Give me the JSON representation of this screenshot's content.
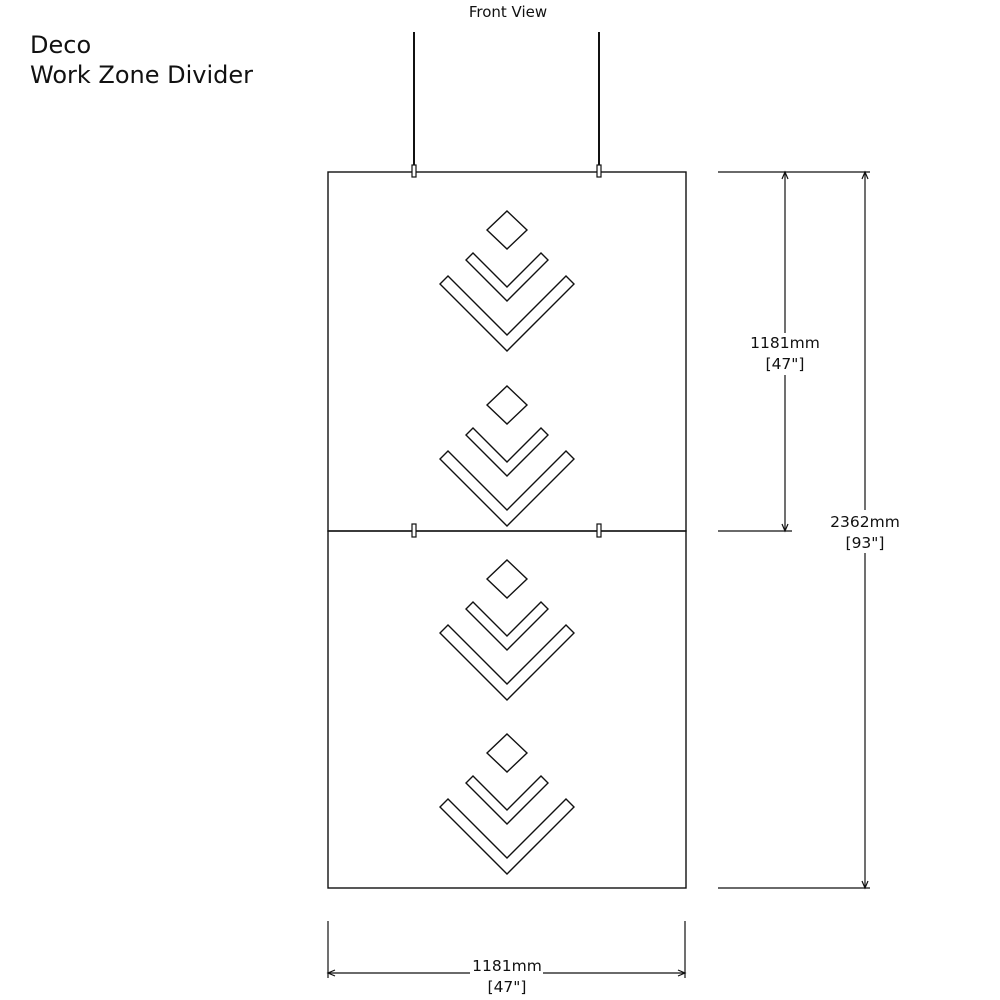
{
  "title": {
    "line1": "Deco",
    "line2": "Work Zone Divider"
  },
  "view_label": "Front View",
  "dimensions": {
    "panel_height": {
      "value": "1181mm",
      "imperial": "[47\"]"
    },
    "total_height": {
      "value": "2362mm",
      "imperial": "[93\"]"
    },
    "width": {
      "value": "1181mm",
      "imperial": "[47\"]"
    }
  },
  "colors": {
    "line": "#111111",
    "background": "#ffffff"
  }
}
